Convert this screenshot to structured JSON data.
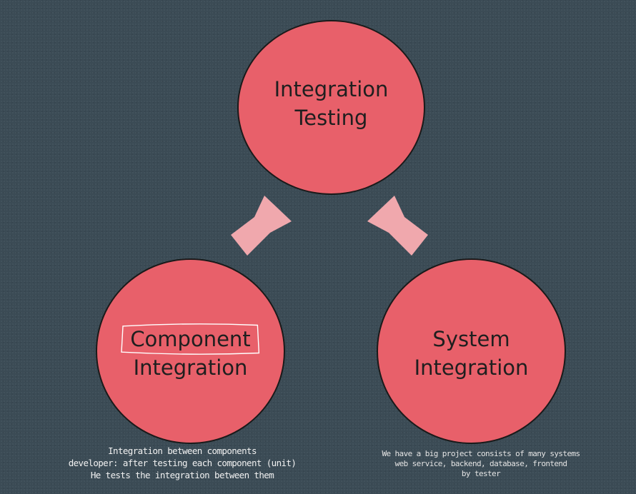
{
  "diagram": {
    "top_circle": {
      "line1": "Integration",
      "line2": "Testing"
    },
    "left_circle": {
      "line1": "Component",
      "line2": "Integration"
    },
    "right_circle": {
      "line1": "System",
      "line2": "Integration"
    },
    "left_note": {
      "line1": "Integration between components",
      "line2": "developer: after testing each component (unit)",
      "line3": "He tests the integration between them"
    },
    "right_note": {
      "line1": "We have a big project consists of many systems",
      "line2": "web service, backend, database, frontend",
      "line3": "by tester"
    }
  },
  "colors": {
    "background": "#3b4b55",
    "circle_fill": "#e8606a",
    "arrow_fill": "#f0a8ad",
    "note_text": "#f2f2f2"
  }
}
